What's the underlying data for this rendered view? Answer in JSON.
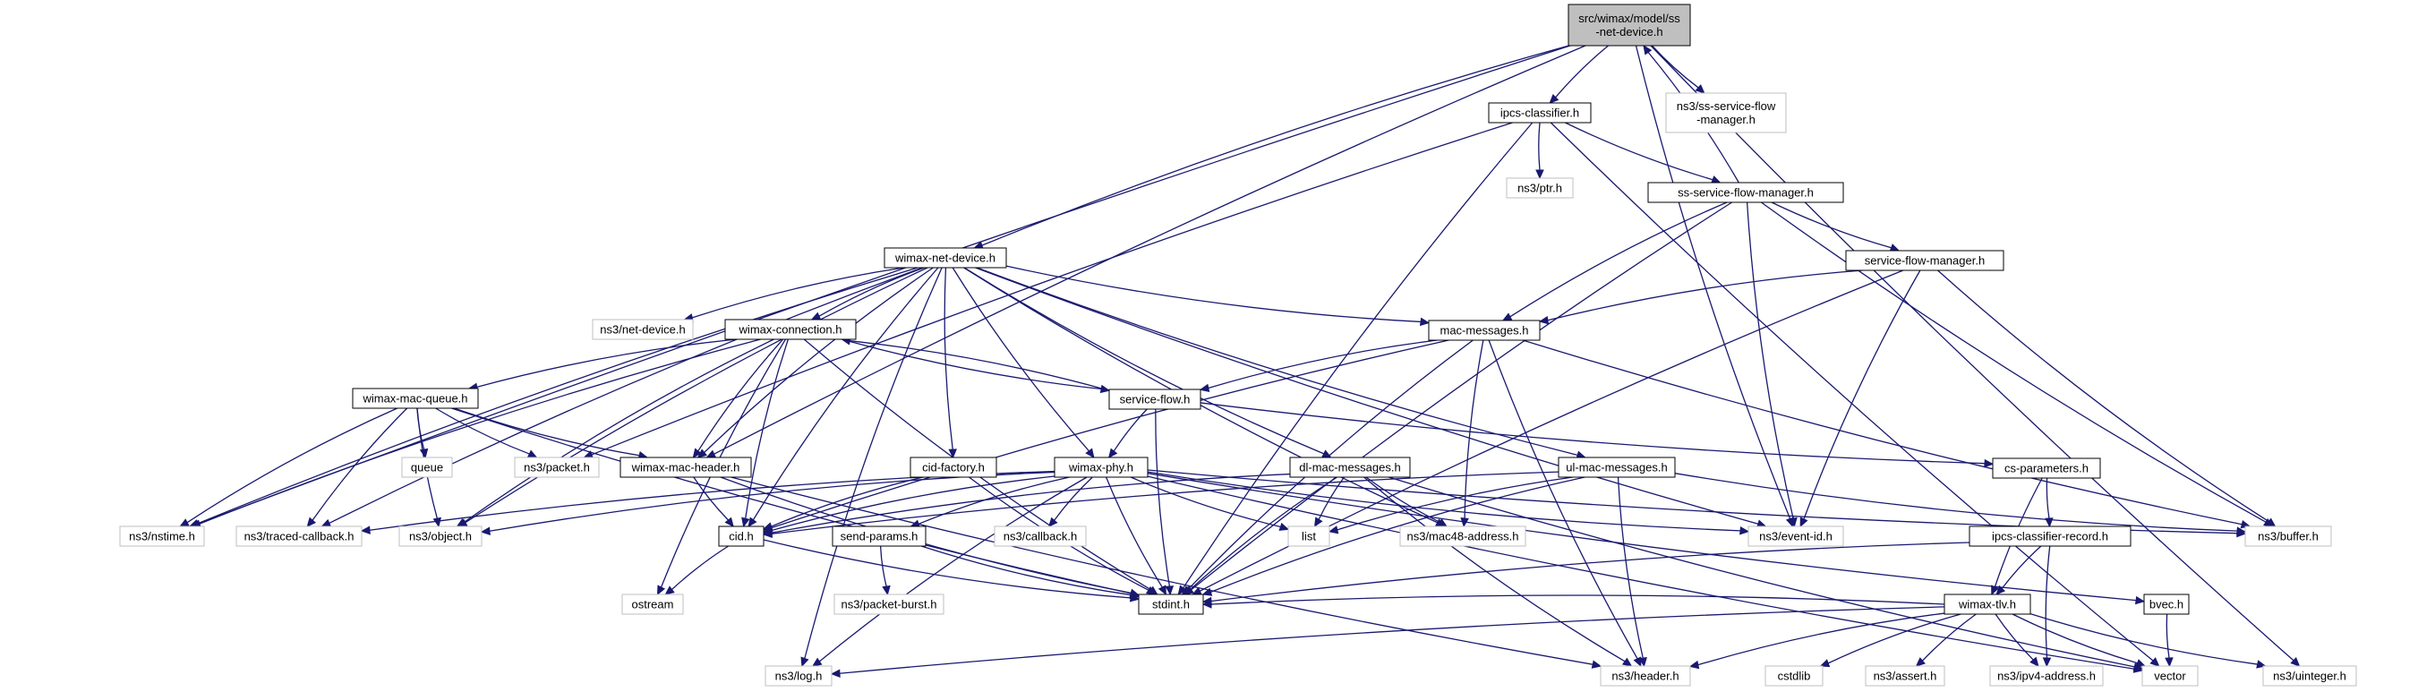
{
  "colors": {
    "edge": "#191970",
    "node_border": "#000000",
    "external_border": "#bfbfbf",
    "root_fill": "#bfbfbf",
    "background": "#ffffff"
  },
  "nodes": {
    "root": [
      "src/wimax/model/ss",
      "-net-device.h"
    ],
    "ipcs_classifier": [
      "ipcs-classifier.h"
    ],
    "ss_service_flow_manager_ext": [
      "ns3/ss-service-flow",
      "-manager.h"
    ],
    "ptr": [
      "ns3/ptr.h"
    ],
    "ss_service_flow_manager": [
      "ss-service-flow-manager.h"
    ],
    "service_flow_manager": [
      "service-flow-manager.h"
    ],
    "wimax_net_device": [
      "wimax-net-device.h"
    ],
    "net_device": [
      "ns3/net-device.h"
    ],
    "wimax_connection": [
      "wimax-connection.h"
    ],
    "mac_messages": [
      "mac-messages.h"
    ],
    "service_flow": [
      "service-flow.h"
    ],
    "wimax_mac_queue": [
      "wimax-mac-queue.h"
    ],
    "queue": [
      "queue"
    ],
    "packet": [
      "ns3/packet.h"
    ],
    "wimax_mac_header": [
      "wimax-mac-header.h"
    ],
    "cid_factory": [
      "cid-factory.h"
    ],
    "wimax_phy": [
      "wimax-phy.h"
    ],
    "dl_mac_messages": [
      "dl-mac-messages.h"
    ],
    "ul_mac_messages": [
      "ul-mac-messages.h"
    ],
    "cs_parameters": [
      "cs-parameters.h"
    ],
    "nstime": [
      "ns3/nstime.h"
    ],
    "traced_callback": [
      "ns3/traced-callback.h"
    ],
    "object": [
      "ns3/object.h"
    ],
    "cid": [
      "cid.h"
    ],
    "send_params": [
      "send-params.h"
    ],
    "callback": [
      "ns3/callback.h"
    ],
    "list": [
      "list"
    ],
    "mac48_address": [
      "ns3/mac48-address.h"
    ],
    "event_id": [
      "ns3/event-id.h"
    ],
    "buffer": [
      "ns3/buffer.h"
    ],
    "ipcs_classifier_record": [
      "ipcs-classifier-record.h"
    ],
    "packet_burst": [
      "ns3/packet-burst.h"
    ],
    "ostream": [
      "ostream"
    ],
    "stdint": [
      "stdint.h"
    ],
    "bvec": [
      "bvec.h"
    ],
    "wimax_tlv": [
      "wimax-tlv.h"
    ],
    "log": [
      "ns3/log.h"
    ],
    "header": [
      "ns3/header.h"
    ],
    "cstdlib": [
      "cstdlib"
    ],
    "assert": [
      "ns3/assert.h"
    ],
    "ipv4_address": [
      "ns3/ipv4-address.h"
    ],
    "vector": [
      "vector"
    ],
    "uinteger": [
      "ns3/uinteger.h"
    ]
  }
}
